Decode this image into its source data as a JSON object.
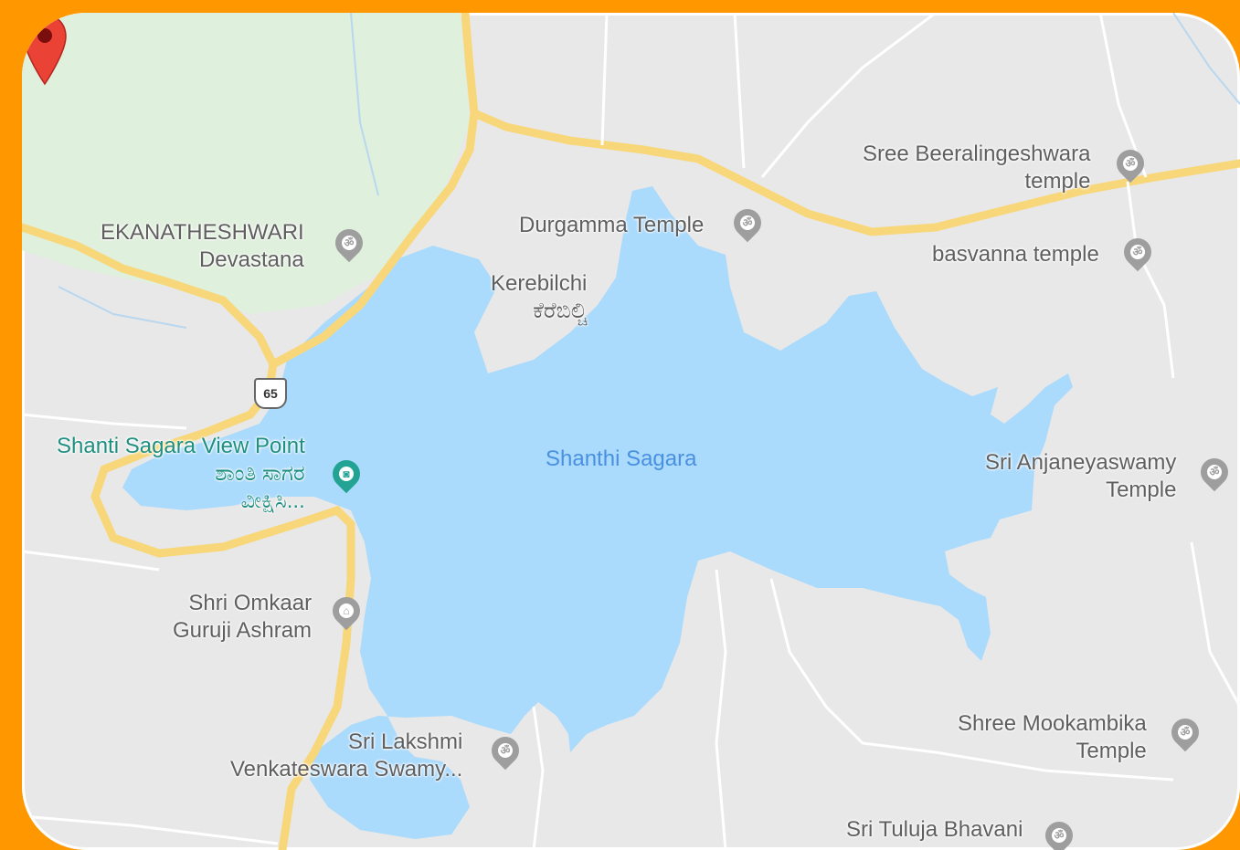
{
  "map": {
    "lake_label": "Shanthi Sagara",
    "highway_number": "65",
    "colors": {
      "water": "#aadafc",
      "land": "#e8e8e8",
      "park": "#dff0dc",
      "road_major": "#f8d77a",
      "accent_teal": "#22a393",
      "marker_red": "#ea4335",
      "frame_orange": "#ff9800"
    },
    "places": [
      {
        "id": "ekanatheshwari",
        "lines": [
          "EKANATHESHWARI",
          "Devastana"
        ],
        "icon": "om-icon"
      },
      {
        "id": "durgamma",
        "lines": [
          "Durgamma Temple"
        ],
        "icon": "om-icon"
      },
      {
        "id": "kerebilchi",
        "lines": [
          "Kerebilchi",
          "ಕೆರೆಬಿಲ್ಚಿ"
        ],
        "icon": ""
      },
      {
        "id": "beeralingeshwara",
        "lines": [
          "Sree Beeralingeshwara",
          "temple"
        ],
        "icon": "om-icon"
      },
      {
        "id": "basvanna",
        "lines": [
          "basvanna temple"
        ],
        "icon": "om-icon"
      },
      {
        "id": "viewpoint",
        "lines": [
          "Shanti Sagara View Point",
          "ಶಾಂತಿ ಸಾಗರ",
          "ವೀಕ್ಷಿಸಿ..."
        ],
        "icon": "camera-icon"
      },
      {
        "id": "anjaneyaswamy",
        "lines": [
          "Sri Anjaneyaswamy",
          "Temple"
        ],
        "icon": "om-icon"
      },
      {
        "id": "omkaar",
        "lines": [
          "Shri Omkaar",
          "Guruji Ashram"
        ],
        "icon": "ashram-icon"
      },
      {
        "id": "lakshmi",
        "lines": [
          "Sri Lakshmi",
          "Venkateswara Swamy..."
        ],
        "icon": "om-icon"
      },
      {
        "id": "mookambika",
        "lines": [
          "Shree Mookambika",
          "Temple"
        ],
        "icon": "om-icon"
      },
      {
        "id": "tuluja",
        "lines": [
          "Sri Tuluja Bhavani"
        ],
        "icon": "om-icon"
      }
    ]
  }
}
